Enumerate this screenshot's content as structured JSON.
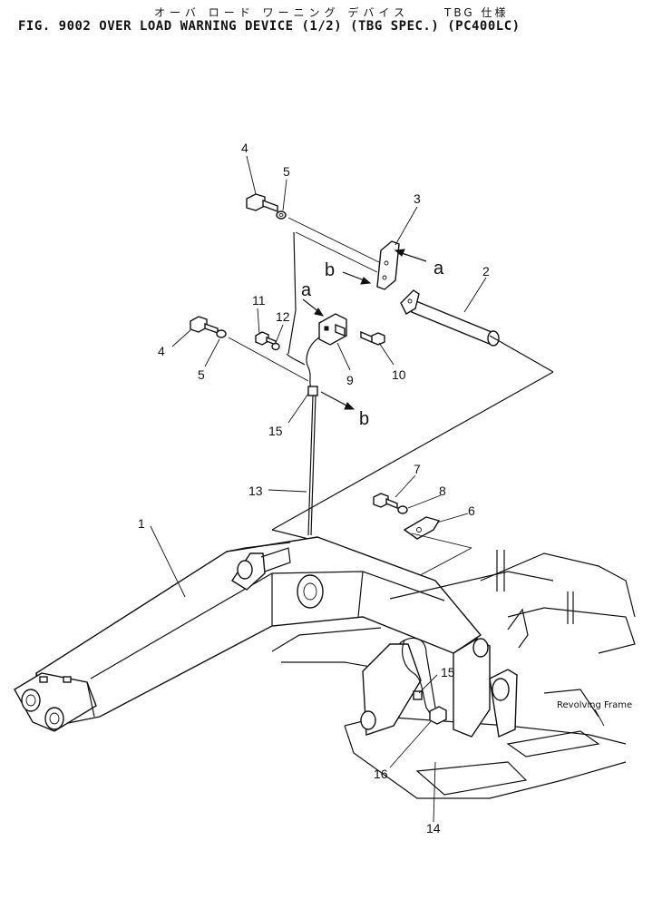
{
  "figure": {
    "title_jp": "オーバ ロード ワーニング デバイス",
    "spec_jp": "TBG 仕様",
    "title_en": "FIG. 9002  OVER LOAD WARNING DEVICE (1/2) (TBG SPEC.) (PC400LC)"
  },
  "callouts": {
    "c1": "1",
    "c2": "2",
    "c3": "3",
    "c4a": "4",
    "c4b": "4",
    "c5a": "5",
    "c5b": "5",
    "c6": "6",
    "c7": "7",
    "c8": "8",
    "c9": "9",
    "c10": "10",
    "c11": "11",
    "c12": "12",
    "c13": "13",
    "c14": "14",
    "c15a": "15",
    "c15b": "15",
    "c16": "16"
  },
  "arrows": {
    "a1": "a",
    "a2": "a",
    "b1": "b",
    "b2": "b"
  },
  "labels": {
    "revolving_frame": "Revolving Frame"
  }
}
